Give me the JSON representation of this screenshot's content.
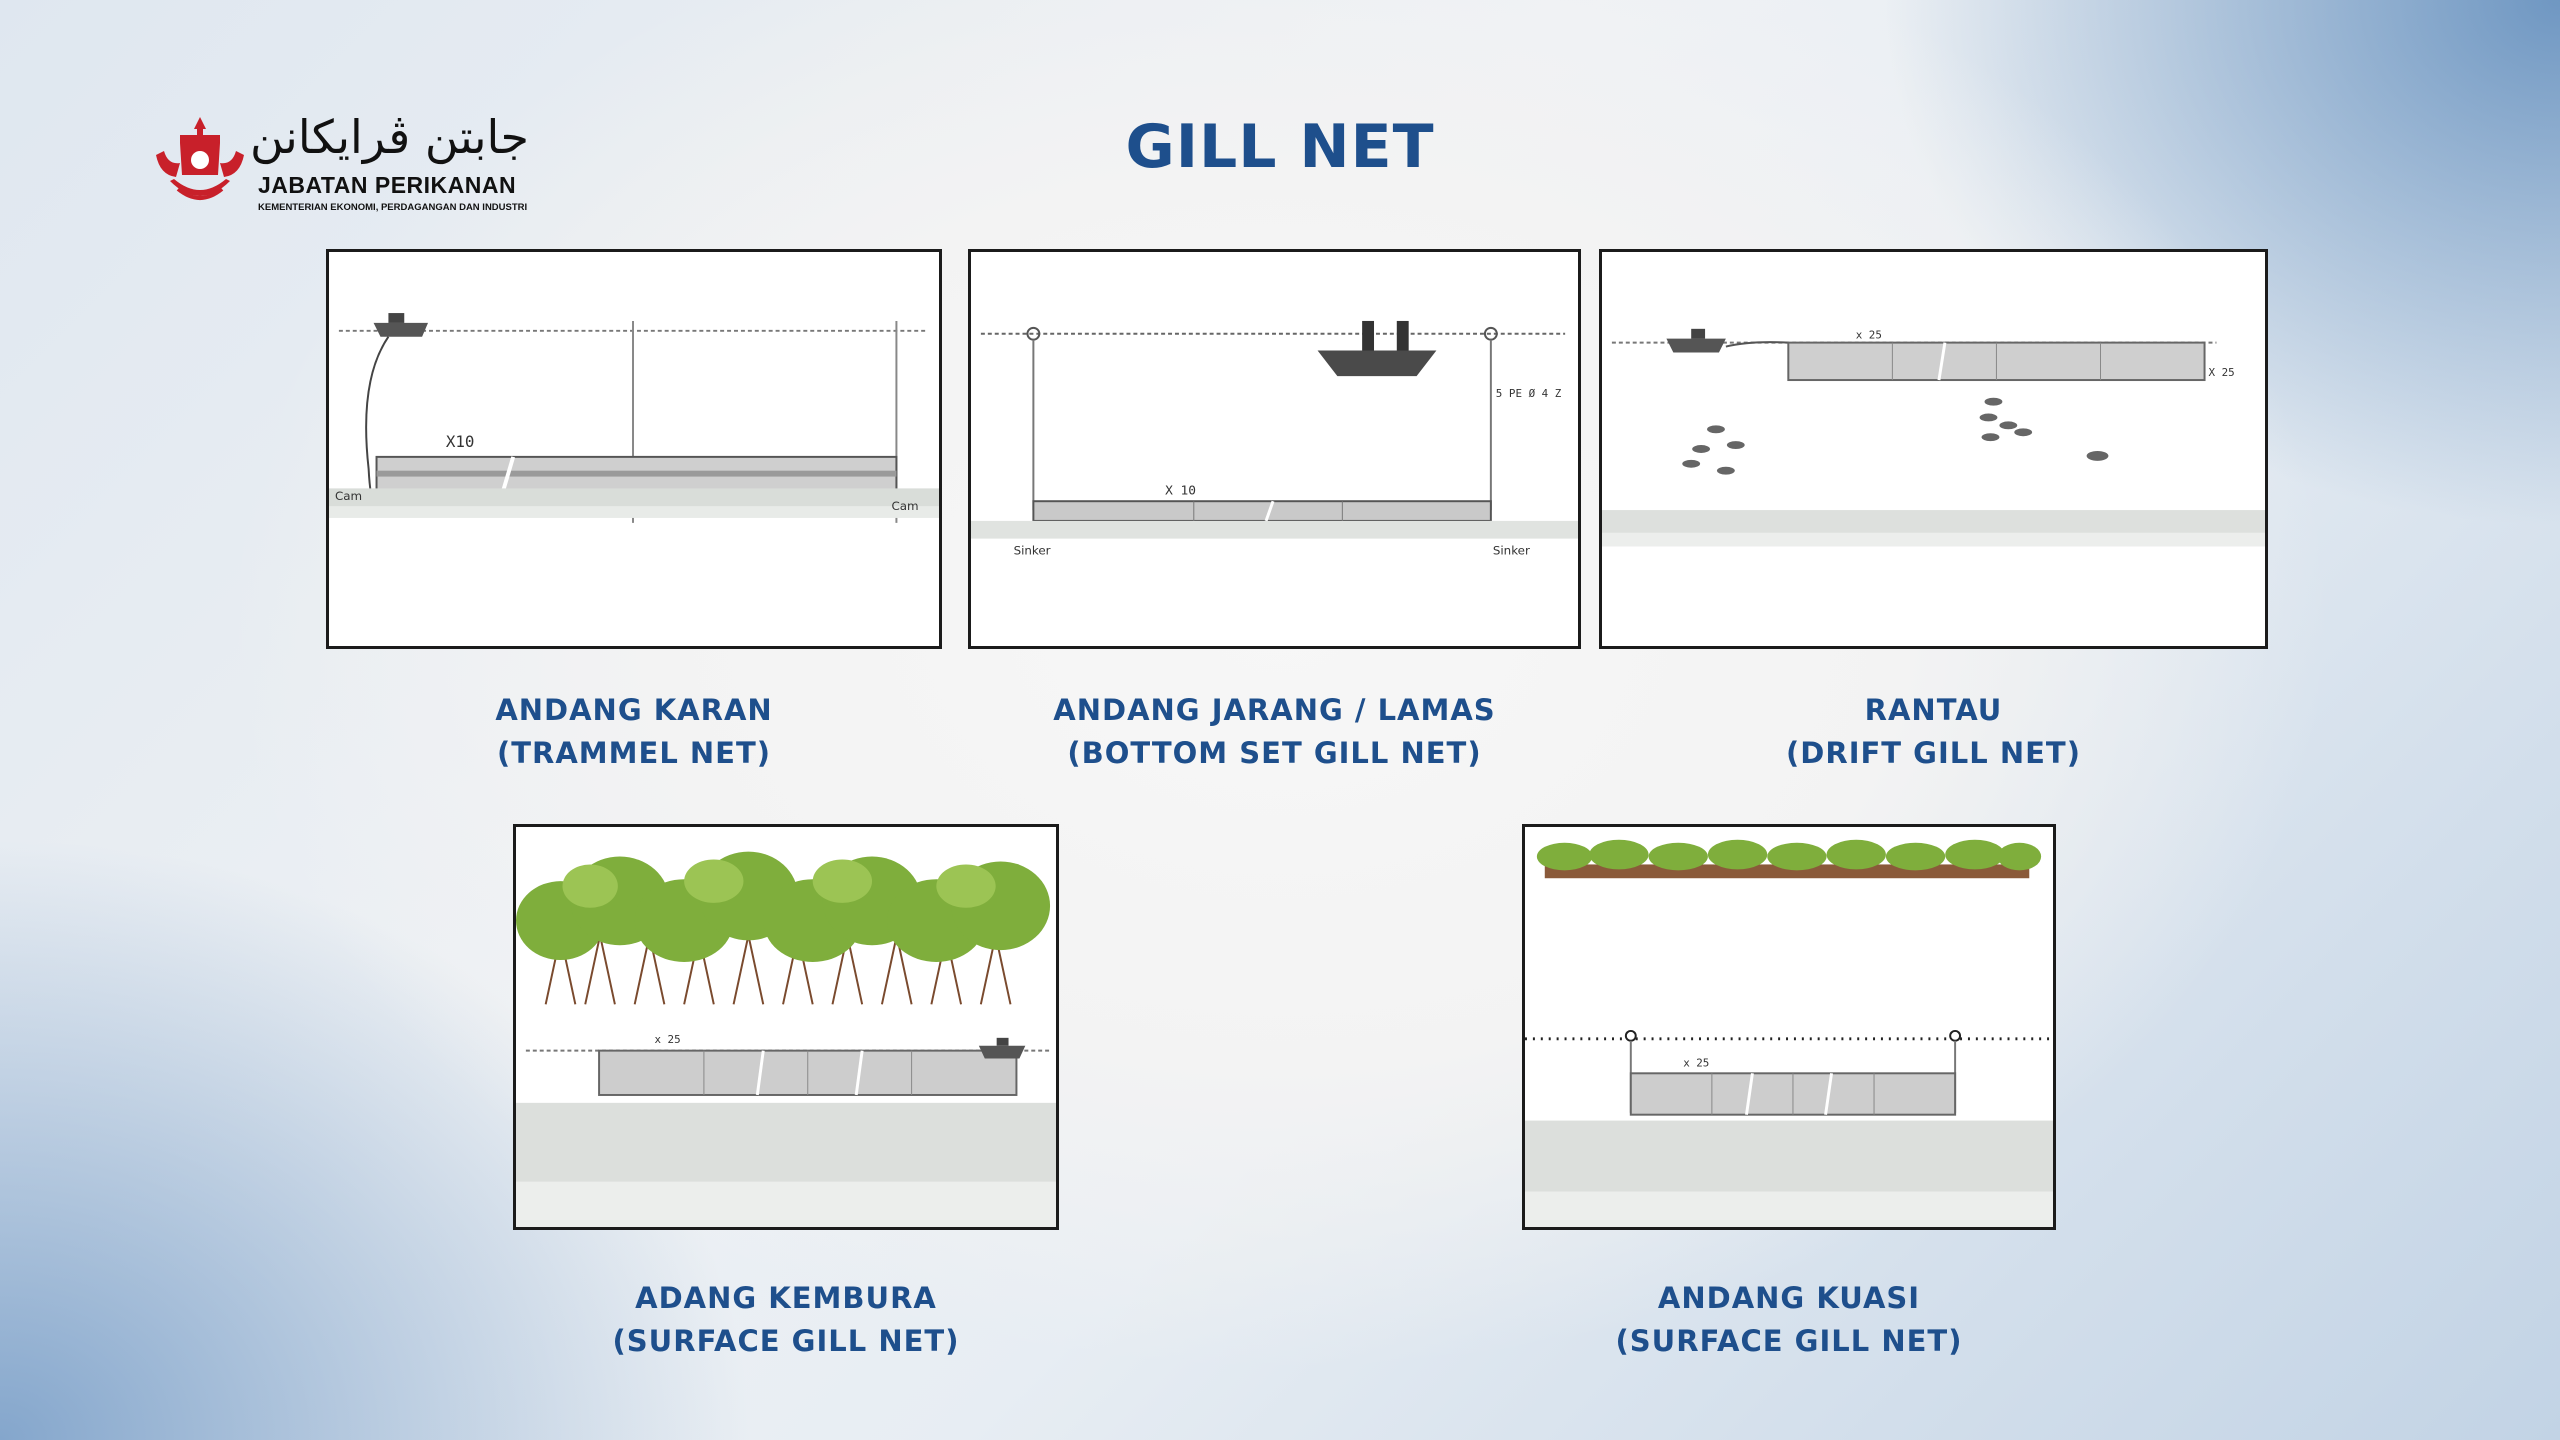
{
  "logo": {
    "arabic": "جابتن ڤرايكانن",
    "name": "JABATAN PERIKANAN",
    "subtitle": "KEMENTERIAN EKONOMI, PERDAGANGAN DAN INDUSTRI"
  },
  "title": "GILL NET",
  "nets": [
    {
      "name": "ANDANG KARAN",
      "type": "(TRAMMEL NET)",
      "labels": [
        "X10",
        "Cam",
        "Cam"
      ]
    },
    {
      "name": "ANDANG JARANG / LAMAS",
      "type": "(BOTTOM SET GILL NET)",
      "labels": [
        "X 10",
        "5 PE Ø 4 Z",
        "Sinker",
        "Sinker"
      ]
    },
    {
      "name": "RANTAU",
      "type": "(DRIFT GILL NET)",
      "labels": [
        "x 25",
        "X 25"
      ]
    },
    {
      "name": "ADANG KEMBURA",
      "type": "(SURFACE GILL NET)",
      "labels": [
        "x 25"
      ]
    },
    {
      "name": "ANDANG KUASI",
      "type": "(SURFACE GILL NET)",
      "labels": [
        "x 25"
      ]
    }
  ],
  "colors": {
    "heading": "#1e4f8c",
    "logo_red": "#c8202a"
  }
}
